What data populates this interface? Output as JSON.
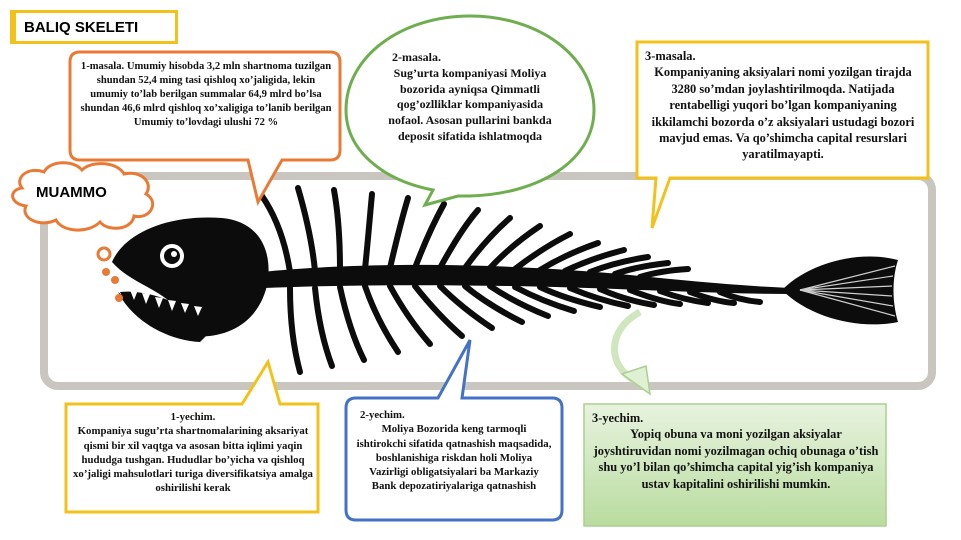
{
  "title": "BALIQ SKELETI",
  "muammo": "MUAMMO",
  "problems": [
    {
      "label": "1-masala.",
      "text": "Umumiy hisobda 3,2 mln shartnoma tuzilgan shundan 52,4 ming tasi qishloq xo’jaligida, lekin umumiy to’lab berilgan summalar 64,9 mlrd bo’lsa shundan 46,6 mlrd qishloq xo’xaligiga to’lanib berilgan Umumiy to’lovdagi ulushi 72 %",
      "color": "#e97a35"
    },
    {
      "label": "2-masala.",
      "text": "Sug’urta kompaniyasi Moliya bozorida ayniqsa Qimmatli qog’ozlliklar kompaniyasida nofaol. Asosan pullarini bankda deposit sifatida ishlatmoqda",
      "color": "#6fae4f"
    },
    {
      "label": "3-masala.",
      "text": "Kompaniyaning aksiyalari nomi yozilgan tirajda 3280 so’mdan joylashtirilmoqda. Natijada rentabelligi yuqori bo’lgan kompaniyaning ikkilamchi bozorda o’z aksiyalari ustudagi bozori mavjud emas. Va qo’shimcha capital resurslari yaratilmayapti.",
      "color": "#f2c21b"
    }
  ],
  "solutions": [
    {
      "label": "1-yechim.",
      "text": "Kompaniya sugu’rta shartnomalarining aksariyat  qismi bir xil vaqtga va asosan bitta iqlimi yaqin hududga tushgan. Hududlar bo’yicha va qishloq xo’jaligi mahsulotlari turiga diversifikatsiya amalga oshirilishi kerak",
      "color": "#f2c21b"
    },
    {
      "label": "2-yechim.",
      "text": "Moliya Bozorida keng tarmoqli ishtirokchi sifatida qatnashish maqsadida, boshlanishiga riskdan holi Moliya Vazirligi obligatsiyalari ba Markaziy Bank depozatiriyalariga qatnashish",
      "color": "#4472c4"
    },
    {
      "label": "3-yechim.",
      "text": "Yopiq obuna va moni yozilgan aksiyalar joyshtiruvidan nomi yozilmagan ochiq obunaga o’tish shu yo’l bilan qo’shimcha capital yig’ish kompaniya ustav kapitalini oshirilishi mumkin.",
      "color": "#a9d18e"
    }
  ]
}
